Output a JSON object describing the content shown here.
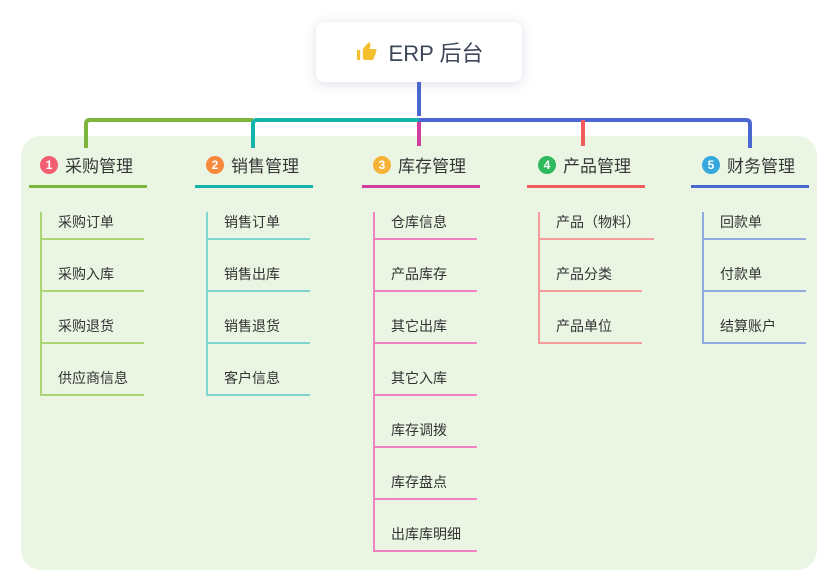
{
  "root": {
    "title": "ERP 后台",
    "icon": "thumbs-up-icon",
    "icon_color": "#f5c02e",
    "stem_color": "#4a68d0"
  },
  "panel": {
    "background": "#eaf6e3"
  },
  "branches": [
    {
      "index": "1",
      "title": "采购管理",
      "badge_color": "#f25e72",
      "line_color": "#7cb43e",
      "child_line_color": "#abd378",
      "children": [
        "采购订单",
        "采购入库",
        "采购退货",
        "供应商信息"
      ]
    },
    {
      "index": "2",
      "title": "销售管理",
      "badge_color": "#f6893b",
      "line_color": "#14b3ab",
      "child_line_color": "#7fd6cf",
      "children": [
        "销售订单",
        "销售出库",
        "销售退货",
        "客户信息"
      ]
    },
    {
      "index": "3",
      "title": "库存管理",
      "badge_color": "#f6b237",
      "line_color": "#cf3d9e",
      "child_line_color": "#ee82c3",
      "children": [
        "仓库信息",
        "产品库存",
        "其它出库",
        "其它入库",
        "库存调拨",
        "库存盘点",
        "出库库明细"
      ]
    },
    {
      "index": "4",
      "title": "产品管理",
      "badge_color": "#2eba5c",
      "line_color": "#f05c5c",
      "child_line_color": "#f59c9c",
      "children": [
        "产品（物料）",
        "产品分类",
        "产品单位"
      ]
    },
    {
      "index": "5",
      "title": "财务管理",
      "badge_color": "#36a8dd",
      "line_color": "#4a68d0",
      "child_line_color": "#93a9e2",
      "children": [
        "回款单",
        "付款单",
        "结算账户"
      ]
    }
  ]
}
